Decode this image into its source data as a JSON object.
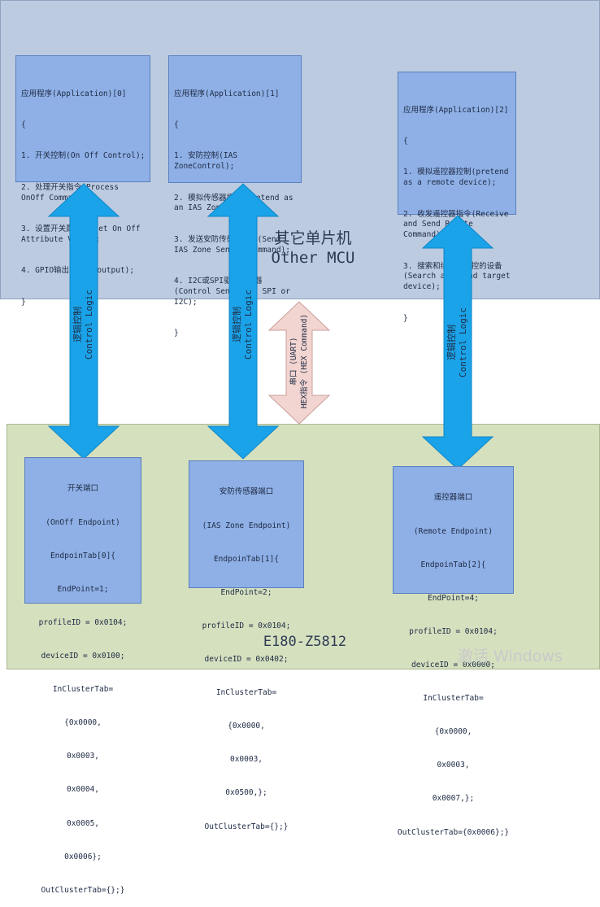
{
  "mcu": {
    "title_cn": "其它单片机",
    "title_en": "Other MCU"
  },
  "module": {
    "name": "E180-Z5812"
  },
  "applications": [
    {
      "lines": [
        "应用程序(Application)[0]",
        "{",
        "1. 开关控制(On Off Control);",
        "2. 处理开关指令(Process OnOff Command);",
        "3. 设置开关属性值(Set On Off Attribute Value);",
        "4. GPIO输出(GPIO output);",
        "}"
      ]
    },
    {
      "lines": [
        "应用程序(Application)[1]",
        "{",
        "1. 安防控制(IAS ZoneControl);",
        "2. 模拟传感器报警(pretend as an IAS Zone Sensor);",
        "3. 发送安防传感器指令(Send IAS Zone Sensor Command);",
        "4. I2C或SPI驱动传感器(Control Sensor by SPI or I2C);",
        "}"
      ]
    },
    {
      "lines": [
        "应用程序(Application)[2]",
        "{",
        "1. 模拟遥控器控制(pretend as a remote device);",
        "2. 收发遥控器指令(Receive and Send Remote Command);",
        "3. 搜索和绑定被遥控的设备(Search and bind target device);",
        "}"
      ]
    }
  ],
  "endpoints": [
    {
      "lines": [
        "开关端口",
        "(OnOff Endpoint)",
        "EndpoinTab[0]{",
        "EndPoint=1;",
        "profileID = 0x0104;",
        "deviceID = 0x0100;",
        "InClusterTab=",
        "{0x0000,",
        "0x0003,",
        "0x0004,",
        "0x0005,",
        "0x0006};",
        "OutClusterTab={};}"
      ]
    },
    {
      "lines": [
        "安防传感器端口",
        "(IAS Zone Endpoint)",
        "EndpoinTab[1]{",
        "EndPoint=2;",
        "profileID = 0x0104;",
        "deviceID = 0x0402;",
        "InClusterTab=",
        "{0x0000,",
        "0x0003,",
        "0x0500,};",
        "OutClusterTab={};}"
      ]
    },
    {
      "lines": [
        "遥控器端口",
        "(Remote Endpoint)",
        "EndpoinTab[2]{",
        "EndPoint=4;",
        "profileID = 0x0104;",
        "deviceID = 0x0000;",
        "InClusterTab=",
        "{0x0000,",
        "0x0003,",
        "0x0007,};",
        "OutClusterTab={0x0006};}"
      ]
    }
  ],
  "control_logic": {
    "label_cn": "逻辑控制",
    "label_en": "Control Logic"
  },
  "uart": {
    "label_cn": "串口 (UART)",
    "label_cmd": "HEX指令 (HEX Command)"
  },
  "watermark": "激活 Windows",
  "colors": {
    "mcu_bg": "#bccbe0",
    "module_bg": "#d5e0bf",
    "box_fill": "#8fb0e6",
    "arrow_blue": "#1aa3e8",
    "arrow_pink": "#f2d4d0"
  }
}
